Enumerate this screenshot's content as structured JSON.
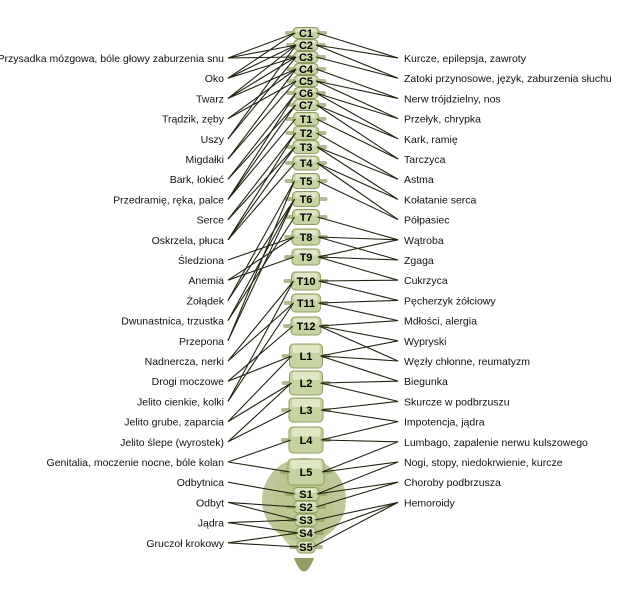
{
  "colors": {
    "bone": "#c7d3a2",
    "bone_dark": "#8f9d62",
    "bone_light": "#e6eccf",
    "pelvis": "#a9b57a",
    "line": "#1f2410",
    "text": "#111111"
  },
  "vertebrae": [
    "C1",
    "C2",
    "C3",
    "C4",
    "C5",
    "C6",
    "C7",
    "T1",
    "T2",
    "T3",
    "T4",
    "T5",
    "T6",
    "T7",
    "T8",
    "T9",
    "T10",
    "T11",
    "T12",
    "L1",
    "L2",
    "L3",
    "L4",
    "L5",
    "S1",
    "S2",
    "S3",
    "S4",
    "S5"
  ],
  "left_labels": [
    "Przysadka mózgowa, bóle głowy zaburzenia snu",
    "Oko",
    "Twarz",
    "Trądzik, zęby",
    "Uszy",
    "Migdałki",
    "Bark, łokieć",
    "Przedramię, ręka, palce",
    "Serce",
    "Oskrzela, płuca",
    "Śledziona",
    "Anemia",
    "Żołądek",
    "Dwunastnica, trzustka",
    "Przepona",
    "Nadnercza, nerki",
    "Drogi moczowe",
    "Jelito cienkie, kolki",
    "Jelito grube, zaparcia",
    "Jelito  ślepe (wyrostek)",
    "Genitalia, moczenie nocne, bóle kolan",
    "Odbytnica",
    "Odbyt",
    "Jądra",
    "Gruczoł krokowy"
  ],
  "right_labels": [
    "Kurcze, epilepsja, zawroty",
    "Zatoki przynosowe, język, zaburzenia słuchu",
    "Nerw trójdzielny, nos",
    "Przełyk, chrypka",
    "Kark, ramię",
    "Tarczyca",
    "Astma",
    "Kołatanie serca",
    "Półpasiec",
    "Wątroba",
    "Zgaga",
    "Cukrzyca",
    "Pęcherzyk żółciowy",
    "Mdłości, alergia",
    "Wypryski",
    "Węzły chłonne, reumatyzm",
    "Biegunka",
    "Skurcze w podbrzuszu",
    "Impotencja, jądra",
    "Lumbago, zapalenie nerwu kulszowego",
    "Nogi, stopy, niedokrwienie, kurcze",
    "Choroby podbrzusza",
    "Hemoroidy"
  ]
}
